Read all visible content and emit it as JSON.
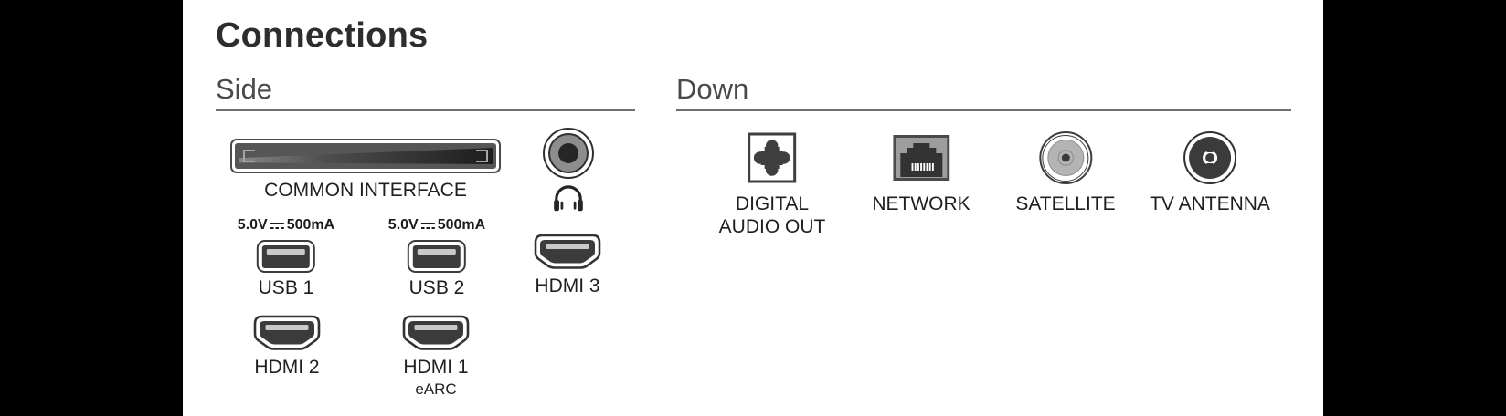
{
  "title": "Connections",
  "colors": {
    "background": "#ffffff",
    "frame_bars": "#000000",
    "ink": "#1f1f1f",
    "heading": "#4a4a4a",
    "rule": "#6f6f6f",
    "port_dark": "#3b3b3b",
    "port_highlight": "#c9c9c9",
    "network_fill": "#9d9d9d",
    "satellite_disc": "#b4b4b4"
  },
  "side": {
    "heading": "Side",
    "common_interface": {
      "label": "COMMON INTERFACE"
    },
    "usb1": {
      "voltage": "5.0V",
      "current": "500mA",
      "label": "USB 1"
    },
    "usb2": {
      "voltage": "5.0V",
      "current": "500mA",
      "label": "USB 2"
    },
    "hdmi3": {
      "label": "HDMI 3"
    },
    "hdmi2": {
      "label": "HDMI 2"
    },
    "hdmi1": {
      "label": "HDMI 1",
      "sublabel": "eARC"
    }
  },
  "down": {
    "heading": "Down",
    "digital_audio_out": {
      "line1": "DIGITAL",
      "line2": "AUDIO OUT"
    },
    "network": {
      "label": "NETWORK"
    },
    "satellite": {
      "label": "SATELLITE"
    },
    "tv_antenna": {
      "label": "TV ANTENNA"
    }
  }
}
